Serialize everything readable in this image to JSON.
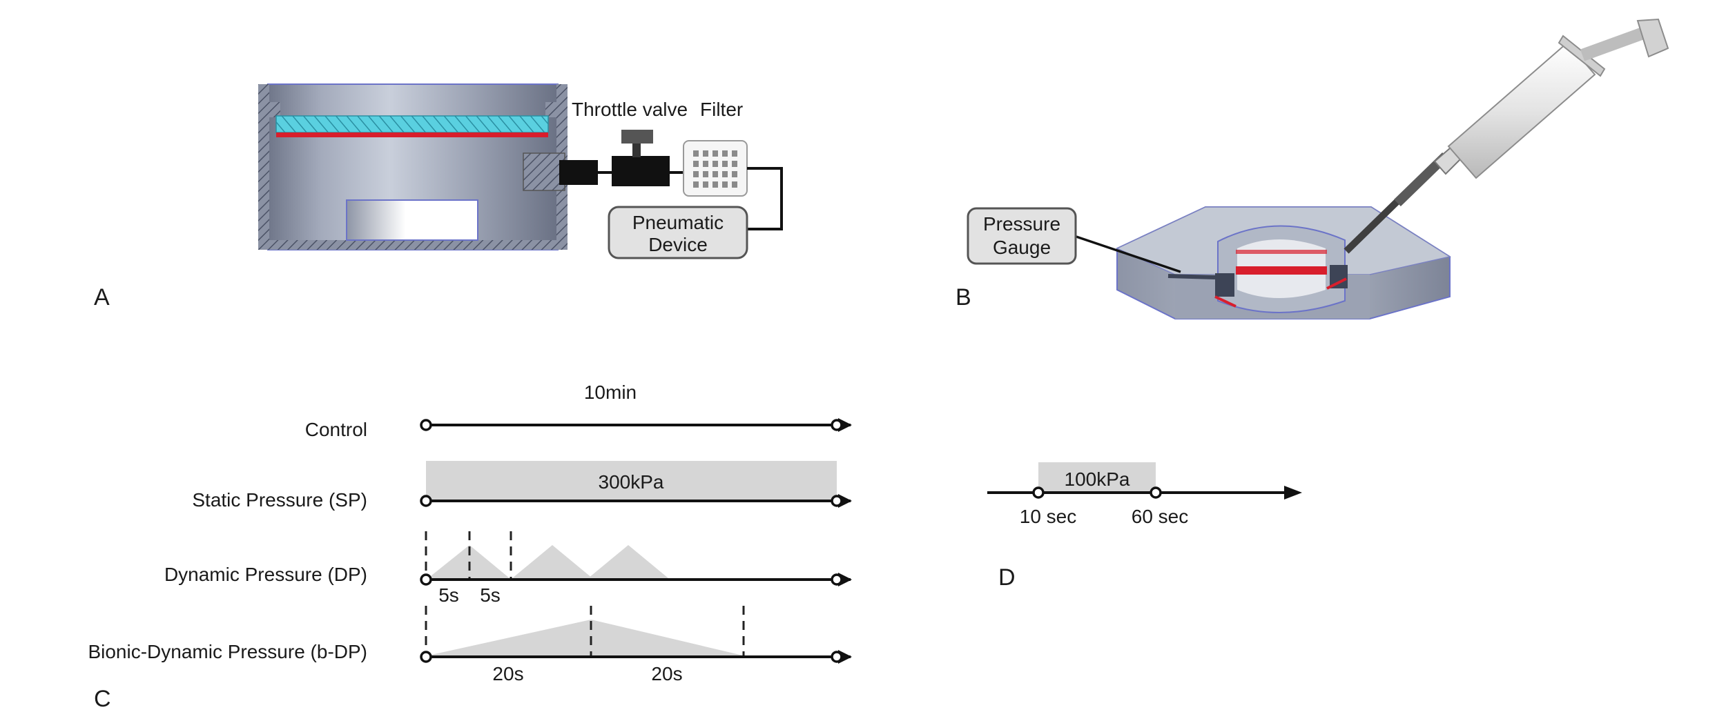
{
  "panels": {
    "a": {
      "letter": "A",
      "throttle_valve": "Throttle valve",
      "filter": "Filter",
      "pneumatic_device_line1": "Pneumatic",
      "pneumatic_device_line2": "Device"
    },
    "b": {
      "letter": "B",
      "pressure_gauge_line1": "Pressure",
      "pressure_gauge_line2": "Gauge"
    },
    "c": {
      "letter": "C",
      "duration": "10min",
      "rows": {
        "control": "Control",
        "static": "Static Pressure (SP)",
        "dynamic": "Dynamic Pressure (DP)",
        "bionic": "Bionic-Dynamic Pressure (b-DP)"
      },
      "static_level": "300kPa",
      "dp_rise": "5s",
      "dp_fall": "5s",
      "bdp_rise": "20s",
      "bdp_fall": "20s"
    },
    "d": {
      "letter": "D",
      "level": "100kPa",
      "start": "10 sec",
      "end": "60 sec"
    }
  },
  "colors": {
    "chamber_gray": "#9aa1b3",
    "membrane_cyan": "#5ad0e0",
    "seal_red": "#d81e2c",
    "pressure_band": "#d6d6d6"
  }
}
